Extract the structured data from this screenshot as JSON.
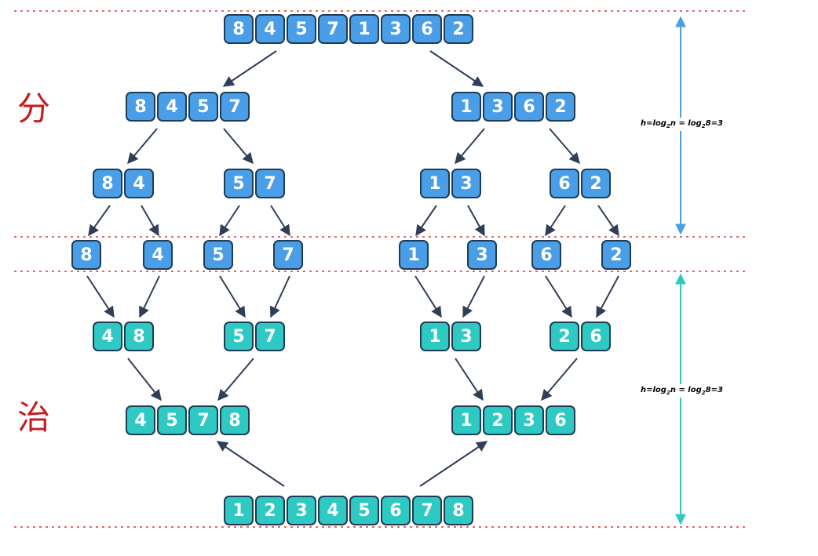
{
  "colors": {
    "divide_fill": "#4a9ee8",
    "merge_fill": "#2ec9c3",
    "box_border": "#1f3c55",
    "arrow": "#2e3f57",
    "guide_line": "#d33a3a",
    "label_red": "#c61d1d",
    "divide_height_color": "#4a9ee8",
    "merge_height_color": "#2ec9c3"
  },
  "labels": {
    "divide": "分",
    "merge": "治"
  },
  "height_annotation": {
    "prefix": "h=log",
    "base": "2",
    "mid": "n = log",
    "base2": "2",
    "suffix": "8=3"
  },
  "divide_phase": [
    [
      "8",
      "4",
      "5",
      "7",
      "1",
      "3",
      "6",
      "2"
    ],
    [
      "8",
      "4",
      "5",
      "7"
    ],
    [
      "1",
      "3",
      "6",
      "2"
    ],
    [
      "8",
      "4"
    ],
    [
      "5",
      "7"
    ],
    [
      "1",
      "3"
    ],
    [
      "6",
      "2"
    ],
    [
      "8"
    ],
    [
      "4"
    ],
    [
      "5"
    ],
    [
      "7"
    ],
    [
      "1"
    ],
    [
      "3"
    ],
    [
      "6"
    ],
    [
      "2"
    ]
  ],
  "merge_phase": [
    [
      "4",
      "8"
    ],
    [
      "5",
      "7"
    ],
    [
      "1",
      "3"
    ],
    [
      "2",
      "6"
    ],
    [
      "4",
      "5",
      "7",
      "8"
    ],
    [
      "1",
      "2",
      "3",
      "6"
    ],
    [
      "1",
      "2",
      "3",
      "4",
      "5",
      "6",
      "7",
      "8"
    ]
  ]
}
